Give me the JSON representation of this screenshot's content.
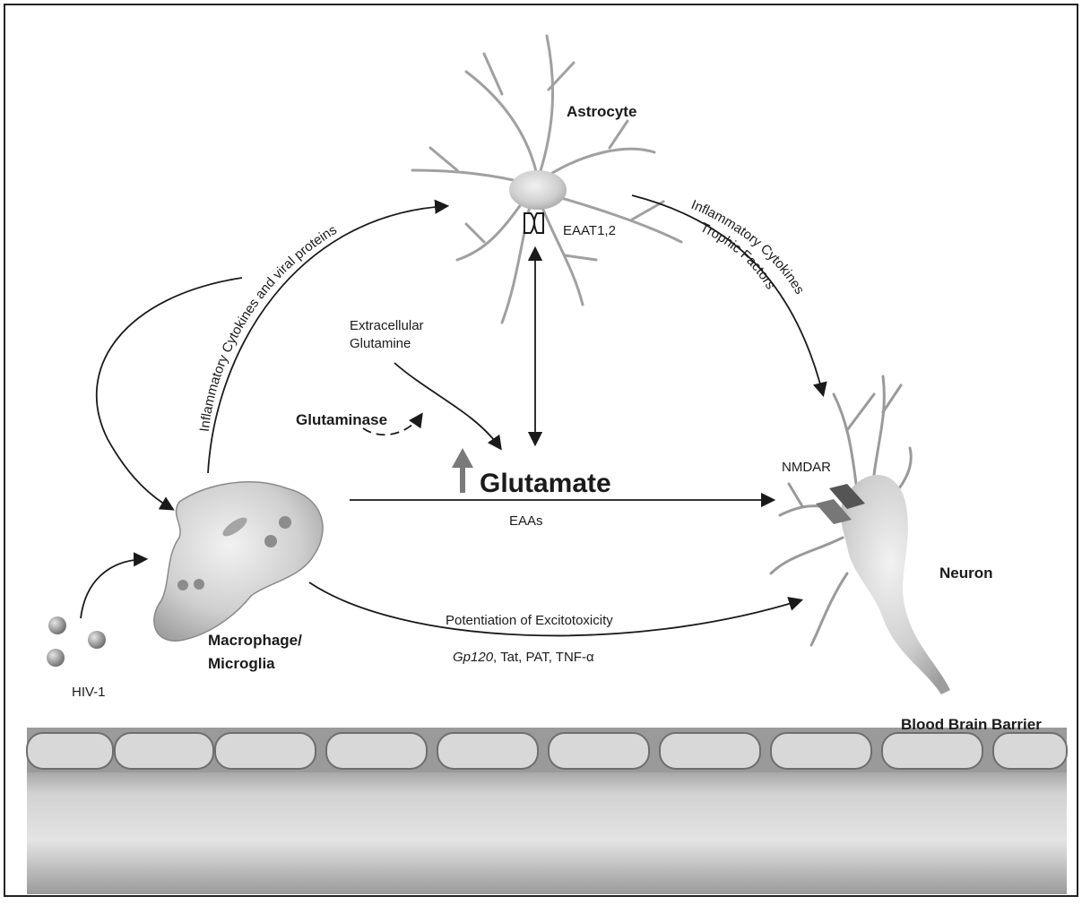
{
  "labels": {
    "astrocyte": "Astrocyte",
    "eaat": "EAAT1,2",
    "cytokines_viral": "Inflammatory Cytokines and viral proteins",
    "cytokines_right_1": "Inflammatory Cytokines",
    "cytokines_right_2": "Trophic Factors",
    "extracellular_1": "Extracellular",
    "extracellular_2": "Glutamine",
    "glutaminase": "Glutaminase",
    "glutamate": "Glutamate",
    "eaas": "EAAs",
    "nmdar": "NMDAR",
    "neuron": "Neuron",
    "potentiation": "Potentiation of Excitotoxicity",
    "factors_gp120": "Gp120",
    "factors_rest": ", Tat, PAT, TNF-α",
    "macrophage_1": "Macrophage/",
    "macrophage_2": "Microglia",
    "hiv": "HIV-1",
    "bbb": "Blood Brain Barrier"
  },
  "colors": {
    "arrow": "#1a1a1a",
    "cell_fill": "#c9c9c9",
    "up_arrow": "#7a7a7a"
  }
}
